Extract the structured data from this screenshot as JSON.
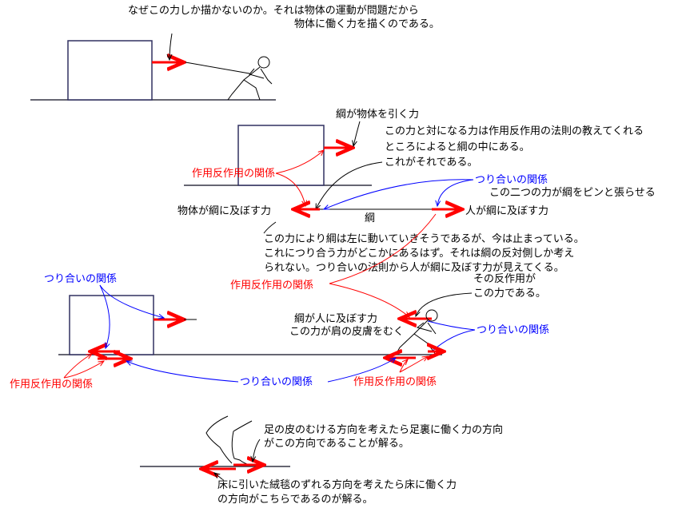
{
  "section1": {
    "line1": "なぜこの力しか描かないのか。それは物体の運動が問題だから",
    "line2": "物体に働く力を描くのである。"
  },
  "section2": {
    "rope_pulls_object": "綱が物体を引く力",
    "expl1": "この力と対になる力は作用反作用の法則の教えてくれる",
    "expl2": "ところによると綱の中にある。",
    "expl3": "これがそれである。",
    "action_reaction": "作用反作用の関係",
    "equilibrium": "つり合いの関係",
    "taut": "この二つの力が綱をピンと張らせる",
    "object_on_rope": "物体が綱に及ぼす力",
    "rope": "綱",
    "person_on_rope": "人が綱に及ぼす力"
  },
  "section3": {
    "expl1": "この力により綱は左に動いていきそうであるが、今は止まっている。",
    "expl2": "これにつり合う力がどこかにあるはず。それは綱の反対側しか考え",
    "expl3": "られない。つり合いの法則から人が綱に及ぼす力が見えてくる。",
    "action_reaction": "作用反作用の関係",
    "reaction1": "その反作用が",
    "reaction2": "この力である。",
    "rope_on_person": "綱が人に及ぼす力",
    "skin": "この力が肩の皮膚をむく",
    "equilibrium_right": "つり合いの関係",
    "equilibrium_left": "つり合いの関係",
    "action_reaction_left": "作用反作用の関係",
    "equilibrium_bottom": "つり合いの関係",
    "action_reaction_bottom": "作用反作用の関係"
  },
  "section4": {
    "foot1": "足の皮のむける方向を考えたら足裏に働く力の方向",
    "foot2": "がこの方向であることが解る。",
    "floor1": "床に引いた絨毯のずれる方向を考えたら床に働く力",
    "floor2": "の方向がこちらであるのが解る。"
  },
  "colors": {
    "action_reaction": "#ff0000",
    "equilibrium": "#0000ff"
  }
}
